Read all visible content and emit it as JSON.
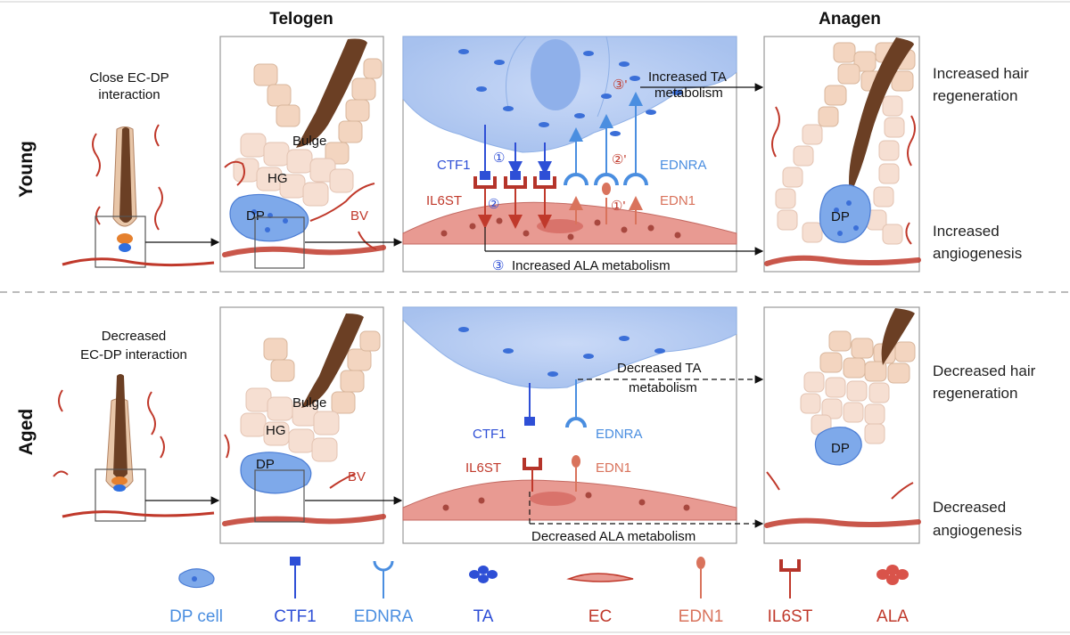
{
  "headers": {
    "telogen": "Telogen",
    "anagen": "Anagen"
  },
  "rows": {
    "young": "Young",
    "aged": "Aged"
  },
  "young": {
    "interaction": [
      "Close EC-DP",
      "interaction"
    ],
    "bulge": "Bulge",
    "hg": "HG",
    "dp": "DP",
    "bv": "BV",
    "ctf1": "CTF1",
    "il6st": "IL6ST",
    "ednra": "EDNRA",
    "edn1": "EDN1",
    "step1": "①",
    "step2": "②",
    "step3": "③",
    "step1p": "①'",
    "step2p": "②'",
    "step3p": "③'",
    "ta_metabolism": [
      "Increased TA",
      "metabolism"
    ],
    "ala_metabolism": "Increased ALA metabolism",
    "anagen_dp": "DP",
    "outcome_hair": [
      "Increased hair",
      "regeneration"
    ],
    "outcome_angio": [
      "Increased",
      "angiogenesis"
    ]
  },
  "aged": {
    "interaction": [
      "Decreased",
      "EC-DP interaction"
    ],
    "bulge": "Bulge",
    "hg": "HG",
    "dp": "DP",
    "bv": "BV",
    "ctf1": "CTF1",
    "il6st": "IL6ST",
    "ednra": "EDNRA",
    "edn1": "EDN1",
    "ta_metabolism": [
      "Decreased TA",
      "metabolism"
    ],
    "ala_metabolism": "Decreased ALA metabolism",
    "anagen_dp": "DP",
    "outcome_hair": [
      "Decreased hair",
      "regeneration"
    ],
    "outcome_angio": [
      "Decreased",
      "angiogenesis"
    ]
  },
  "legend": [
    {
      "label": "DP cell",
      "icon": "dp-cell-icon",
      "color": "#4a8ee0"
    },
    {
      "label": "CTF1",
      "icon": "ctf1-icon",
      "color": "#2e4fd6"
    },
    {
      "label": "EDNRA",
      "icon": "ednra-icon",
      "color": "#4a8ee0"
    },
    {
      "label": "TA",
      "icon": "ta-icon",
      "color": "#2e4fd6"
    },
    {
      "label": "EC",
      "icon": "ec-icon",
      "color": "#c0392b"
    },
    {
      "label": "EDN1",
      "icon": "edn1-icon",
      "color": "#d9735c"
    },
    {
      "label": "IL6ST",
      "icon": "il6st-icon",
      "color": "#c0392b"
    },
    {
      "label": "ALA",
      "icon": "ala-icon",
      "color": "#c0392b"
    }
  ],
  "colors": {
    "dp_blue": "#4a8ee0",
    "dark_blue": "#2e4fd6",
    "bv_red": "#c0392b",
    "edn1_salmon": "#d9735c",
    "hair_brown": "#6b3f24",
    "cell_peach": "#f3d5c0",
    "ec_pink": "#e8918a"
  }
}
